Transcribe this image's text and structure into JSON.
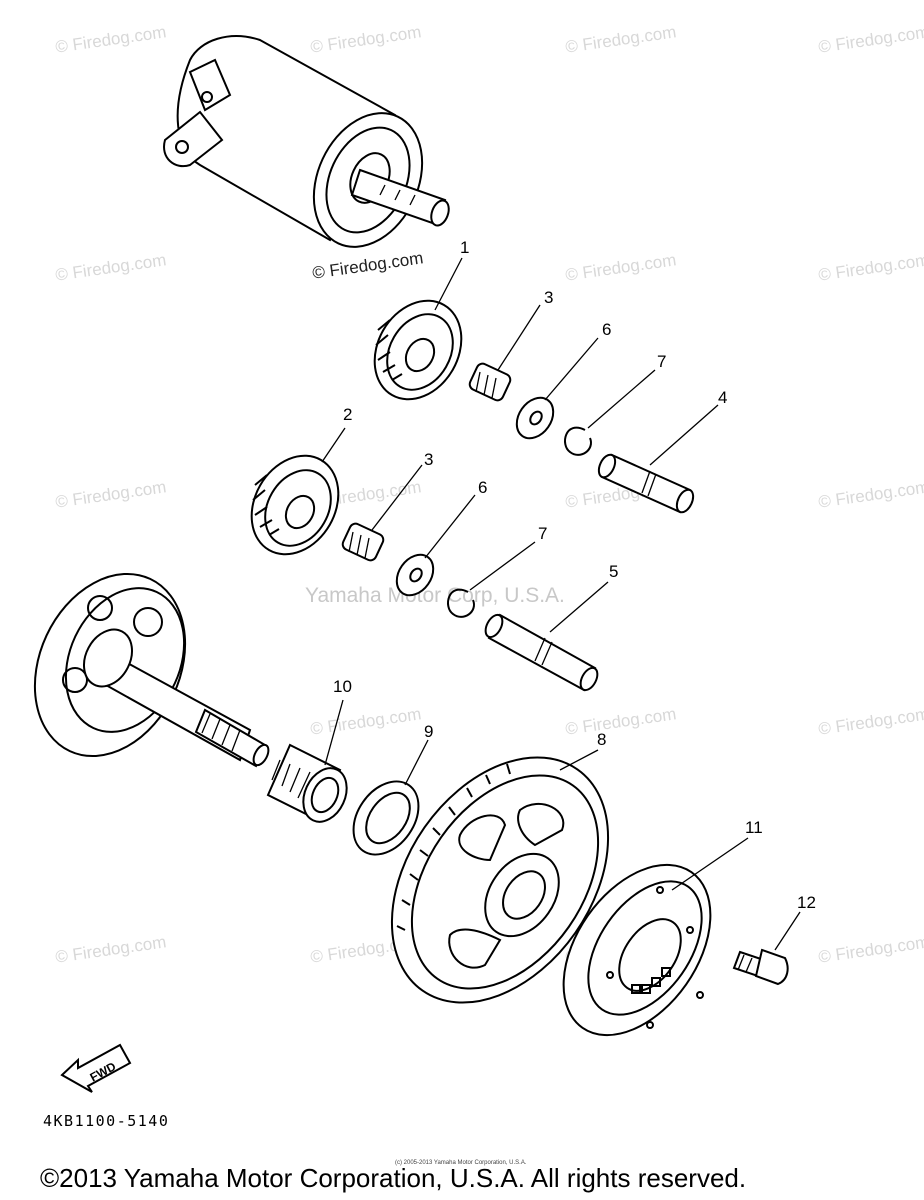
{
  "watermark": {
    "text": "© Firedog.com",
    "center_text": "Yamaha Motor Corp, U.S.A.",
    "tiny_note": "(c) 2005-2013 Yamaha Motor Corporation, U.S.A."
  },
  "callouts": {
    "c1": "1",
    "c2": "2",
    "c3a": "3",
    "c3b": "3",
    "c4": "4",
    "c5": "5",
    "c6a": "6",
    "c6b": "6",
    "c7a": "7",
    "c7b": "7",
    "c8": "8",
    "c9": "9",
    "c10": "10",
    "c11": "11",
    "c12": "12"
  },
  "fwd_label": "FWD",
  "part_code": "4KB1100-5140",
  "copyright": "©2013 Yamaha Motor Corporation, U.S.A. All rights reserved."
}
